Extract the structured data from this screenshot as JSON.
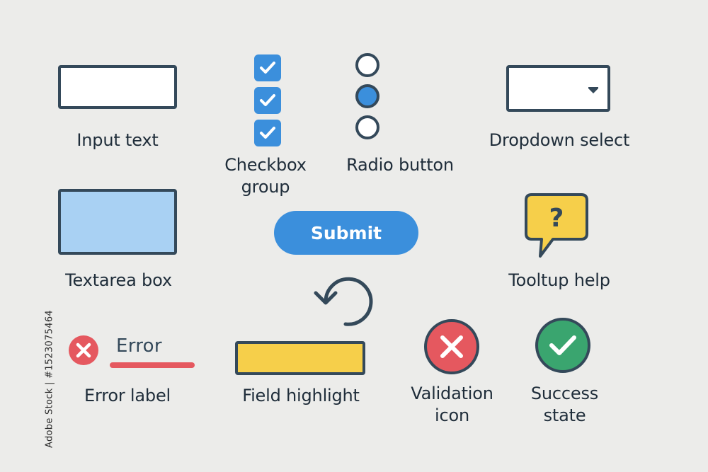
{
  "labels": {
    "input_text": "Input text",
    "checkbox_group": "Checkbox group",
    "radio_button": "Radio button",
    "dropdown_select": "Dropdown select",
    "textarea_box": "Textarea box",
    "tooltip_help": "Tooltup help",
    "error_label": "Error label",
    "field_highlight": "Field highlight",
    "validation_icon": "Validation icon",
    "success_state": "Success state"
  },
  "submit_button": {
    "label": "Submit"
  },
  "error_word": "Error",
  "tooltip_glyph": "?",
  "checkboxes": [
    {
      "checked": true
    },
    {
      "checked": true
    },
    {
      "checked": true
    }
  ],
  "radios": [
    {
      "selected": false
    },
    {
      "selected": true
    },
    {
      "selected": false
    }
  ],
  "side_credit": "Adobe Stock | #1523075464",
  "icons": {
    "checkbox": "check-icon",
    "dropdown": "caret-down-icon",
    "tooltip": "question-bubble-icon",
    "error": "x-circle-icon",
    "refresh": "rotate-arrow-icon",
    "validation": "x-circle-icon",
    "success": "check-circle-icon"
  },
  "colors": {
    "background": "#ececea",
    "outline": "#34495a",
    "blue": "#3b8fdc",
    "light_blue": "#a9d1f3",
    "yellow": "#f6cf4a",
    "red": "#e5585f",
    "green": "#3aa56f",
    "white": "#ffffff"
  }
}
